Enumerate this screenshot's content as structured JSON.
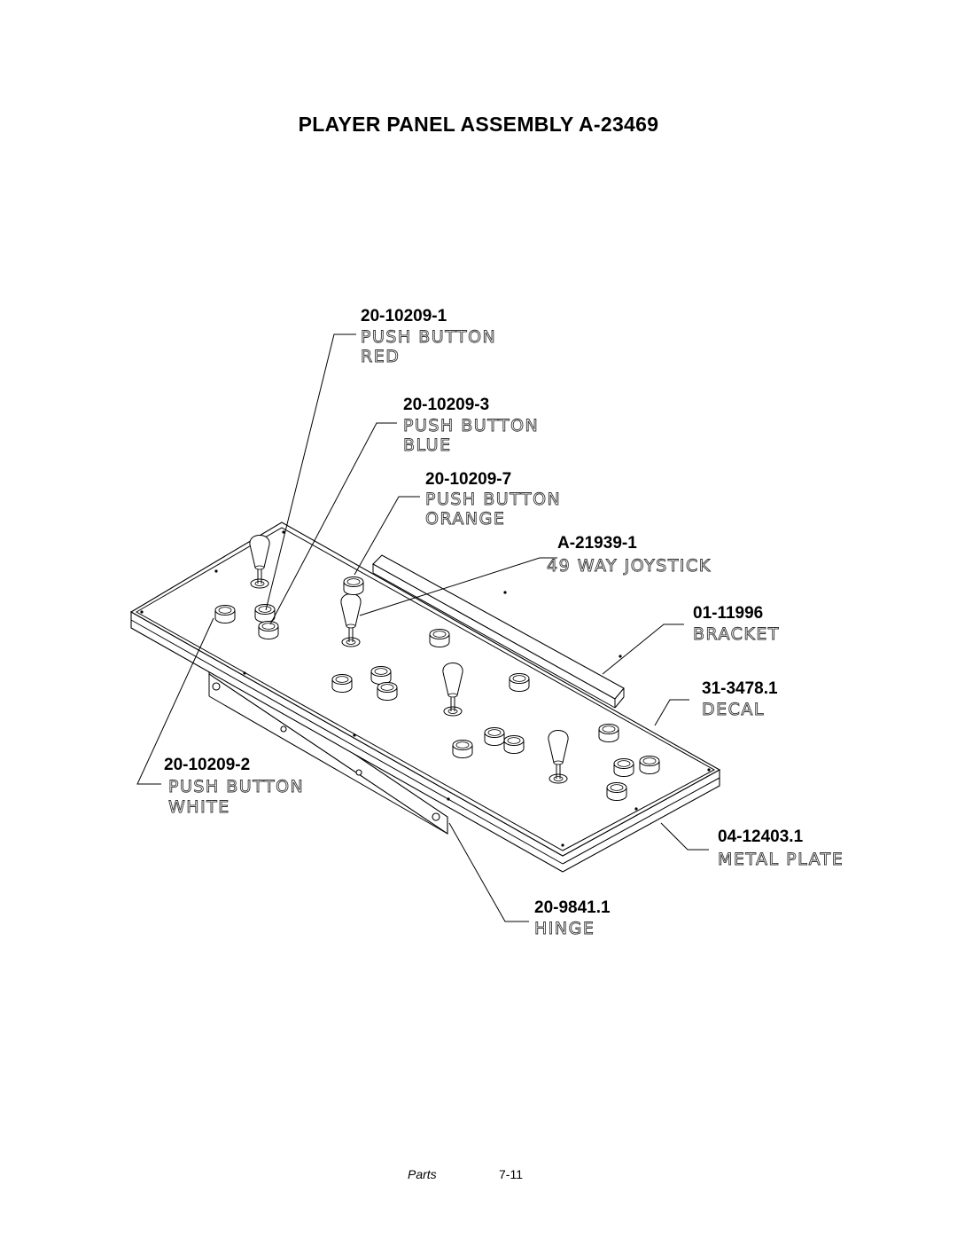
{
  "title": "PLAYER PANEL ASSEMBLY A-23469",
  "callouts": [
    {
      "part_number": "20-10209-1",
      "description": [
        "PUSH BUTTON",
        "RED"
      ]
    },
    {
      "part_number": "20-10209-3",
      "description": [
        "PUSH BUTTON",
        "BLUE"
      ]
    },
    {
      "part_number": "20-10209-7",
      "description": [
        "PUSH BUTTON",
        "ORANGE"
      ]
    },
    {
      "part_number": "A-21939-1",
      "description": [
        "49 WAY JOYSTICK"
      ]
    },
    {
      "part_number": "01-11996",
      "description": [
        "BRACKET"
      ]
    },
    {
      "part_number": "31-3478.1",
      "description": [
        "DECAL"
      ]
    },
    {
      "part_number": "20-10209-2",
      "description": [
        "PUSH BUTTON",
        "WHITE"
      ]
    },
    {
      "part_number": "04-12403.1",
      "description": [
        "METAL PLATE"
      ]
    },
    {
      "part_number": "20-9841.1",
      "description": [
        "HINGE"
      ]
    }
  ],
  "footer": {
    "section": "Parts",
    "page": "7-11"
  }
}
